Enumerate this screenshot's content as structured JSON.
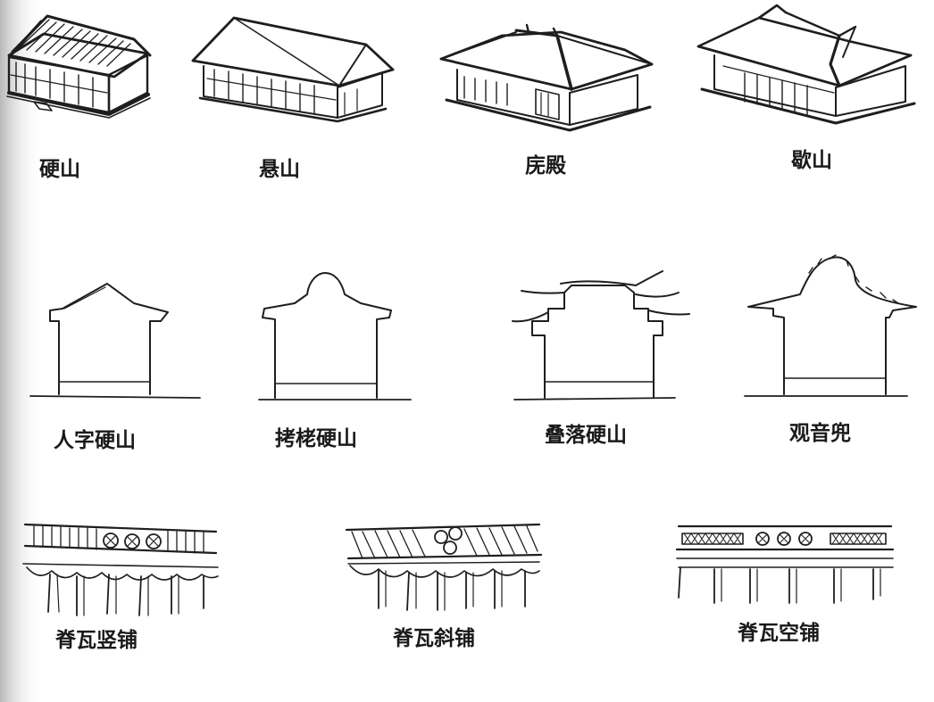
{
  "row1": {
    "labels": [
      "硬山",
      "悬山",
      "庑殿",
      "歇山"
    ]
  },
  "row2": {
    "labels": [
      "人字硬山",
      "拷栳硬山",
      "叠落硬山",
      "观音兜"
    ]
  },
  "row3": {
    "labels": [
      "脊瓦竖铺",
      "脊瓦斜铺",
      "脊瓦空铺"
    ]
  },
  "colors": {
    "ink": "#1e1e1e",
    "paper": "#ffffff",
    "scan_shadow": "#b9b9b9"
  }
}
